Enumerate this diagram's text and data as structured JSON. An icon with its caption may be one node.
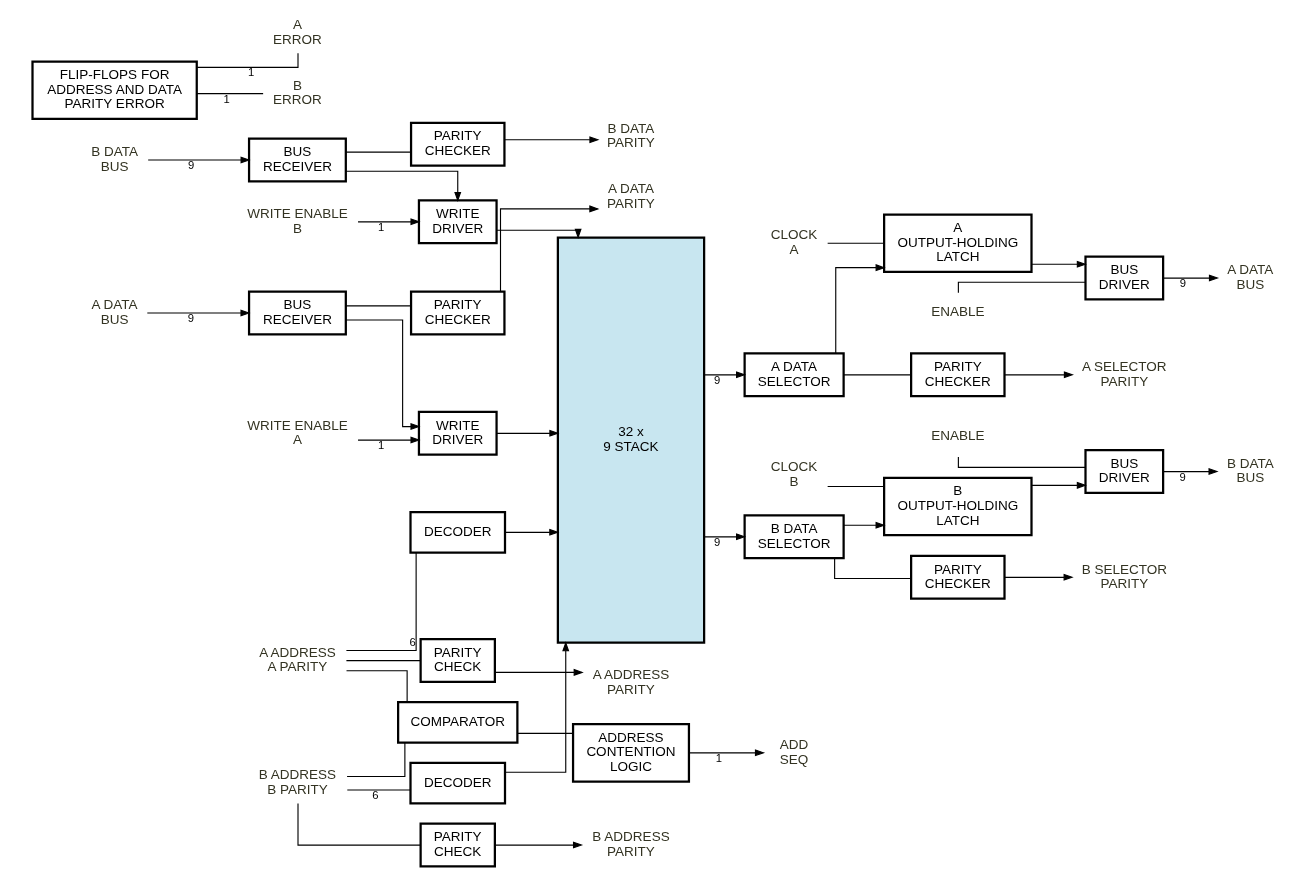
{
  "diagram": {
    "nodes": [
      {
        "text": [
          "WRITE ENABLE A"
        ]
      },
      {
        "text": [
          "A DATA BUS"
        ]
      },
      {
        "text": [
          "BUS RECEIVER"
        ]
      },
      {
        "text": [
          "WRITE DRIVER"
        ]
      },
      {
        "text": [
          "PARITY CHECKER"
        ]
      },
      {
        "text": [
          "A DATA PARITY"
        ]
      },
      {
        "text": [
          "PARITY CHECKER"
        ]
      },
      {
        "text": [
          "B DATA PARITY"
        ]
      },
      {
        "text": [
          "B DATA BUS"
        ]
      },
      {
        "text": [
          "BUS RECEIVER"
        ]
      },
      {
        "text": [
          "WRITE DRIVER"
        ]
      },
      {
        "text": [
          "WRITE ENABLE B"
        ]
      },
      {
        "text": [
          "32 x 9 STACK"
        ]
      },
      {
        "text": [
          "CLOCK A"
        ]
      },
      {
        "text": [
          "ENABLE"
        ]
      },
      {
        "text": [
          "A DATA SELECTOR"
        ]
      },
      {
        "text": [
          "A OUTPUT-HOLDING LATCH"
        ]
      },
      {
        "text": [
          "BUS DRIVER"
        ]
      },
      {
        "text": [
          "A DATA BUS"
        ]
      },
      {
        "text": [
          "PARITY CHECKER"
        ]
      },
      {
        "text": [
          "A SELECTOR PARITY"
        ]
      },
      {
        "text": [
          "PARITY CHECKER"
        ]
      },
      {
        "text": [
          "B SELECTOR PARITY"
        ]
      },
      {
        "text": [
          "B DATA SELECTOR"
        ]
      },
      {
        "text": [
          "B OUTPUT-HOLDING LATCH"
        ]
      },
      {
        "text": [
          "BUS DRIVER"
        ]
      },
      {
        "text": [
          "B DATA BUS"
        ]
      },
      {
        "text": [
          "CLOCK B"
        ]
      },
      {
        "text": [
          "ENABLE"
        ]
      },
      {
        "text": [
          "A ADDRESS PARITY"
        ]
      },
      {
        "text": [
          "PARITY CHECK"
        ]
      },
      {
        "text": [
          "DECODER"
        ]
      },
      {
        "text": [
          "DECODER"
        ]
      },
      {
        "text": [
          "B ADDRESS PARITY"
        ]
      },
      {
        "text": [
          "PARITY CHECK"
        ]
      },
      {
        "text": [
          "FLIP-FLOPS FOR ADDRESS AND DATA PARITY ERROR"
        ]
      },
      {
        "text": [
          "A ERROR"
        ]
      },
      {
        "text": [
          "B ERROR"
        ]
      },
      {
        "text": [
          "COMPARATOR"
        ]
      },
      {
        "text": [
          "ADDRESS CONTENTION LOGIC"
        ]
      },
      {
        "text": [
          "ADD SEQ"
        ]
      },
      {
        "text": [
          "A ADDRESS A PARITY"
        ]
      },
      {
        "text": [
          "B ADDRESS B PARITY"
        ]
      }
    ],
    "edges": [
      {
        "from": 0,
        "to": 3,
        "arrow": "to",
        "label": "1"
      },
      {
        "from": 1,
        "to": 2,
        "arrow": "to",
        "label": "9"
      },
      {
        "from": 2,
        "to": 3,
        "arrow": "to"
      },
      {
        "from": 2,
        "to": 4,
        "arrow": "none"
      },
      {
        "from": 4,
        "to": 5,
        "arrow": "to"
      },
      {
        "from": 9,
        "to": 6,
        "arrow": "none"
      },
      {
        "from": 6,
        "to": 7,
        "arrow": "to"
      },
      {
        "from": 8,
        "to": 9,
        "arrow": "to",
        "label": "9"
      },
      {
        "from": 9,
        "to": 10,
        "arrow": "to"
      },
      {
        "from": 11,
        "to": 10,
        "arrow": "to",
        "label": "1"
      },
      {
        "from": 3,
        "to": 12,
        "arrow": "to"
      },
      {
        "from": 10,
        "to": 12,
        "arrow": "to"
      },
      {
        "from": 12,
        "to": 15,
        "arrow": "to",
        "label": "9"
      },
      {
        "from": 12,
        "to": 23,
        "arrow": "to",
        "label": "9"
      },
      {
        "from": 13,
        "to": 16,
        "arrow": "none"
      },
      {
        "from": 14,
        "to": 17,
        "arrow": "none"
      },
      {
        "from": 15,
        "to": 16,
        "arrow": "to"
      },
      {
        "from": 15,
        "to": 19,
        "arrow": "none"
      },
      {
        "from": 16,
        "to": 17,
        "arrow": "to"
      },
      {
        "from": 17,
        "to": 18,
        "arrow": "to",
        "label": "9"
      },
      {
        "from": 19,
        "to": 20,
        "arrow": "to"
      },
      {
        "from": 23,
        "to": 21,
        "arrow": "none"
      },
      {
        "from": 21,
        "to": 22,
        "arrow": "to"
      },
      {
        "from": 23,
        "to": 24,
        "arrow": "to"
      },
      {
        "from": 24,
        "to": 25,
        "arrow": "to"
      },
      {
        "from": 25,
        "to": 26,
        "arrow": "to",
        "label": "9"
      },
      {
        "from": 27,
        "to": 24,
        "arrow": "none"
      },
      {
        "from": 28,
        "to": 25,
        "arrow": "none"
      },
      {
        "from": 30,
        "to": 29,
        "arrow": "to"
      },
      {
        "from": 31,
        "to": 12,
        "arrow": "to"
      },
      {
        "from": 32,
        "to": 12,
        "arrow": "to"
      },
      {
        "from": 41,
        "to": 31,
        "arrow": "none",
        "label": "6"
      },
      {
        "from": 41,
        "to": 30,
        "arrow": "none"
      },
      {
        "from": 41,
        "to": 38,
        "arrow": "none"
      },
      {
        "from": 42,
        "to": 32,
        "arrow": "none",
        "label": "6"
      },
      {
        "from": 42,
        "to": 34,
        "arrow": "none"
      },
      {
        "from": 42,
        "to": 38,
        "arrow": "none"
      },
      {
        "from": 34,
        "to": 33,
        "arrow": "to"
      },
      {
        "from": 38,
        "to": 39,
        "arrow": "none"
      },
      {
        "from": 39,
        "to": 40,
        "arrow": "to",
        "label": "1"
      },
      {
        "from": 35,
        "to": 36,
        "arrow": "none",
        "label": "1"
      },
      {
        "from": 35,
        "to": 37,
        "arrow": "none",
        "label": "1"
      }
    ]
  }
}
